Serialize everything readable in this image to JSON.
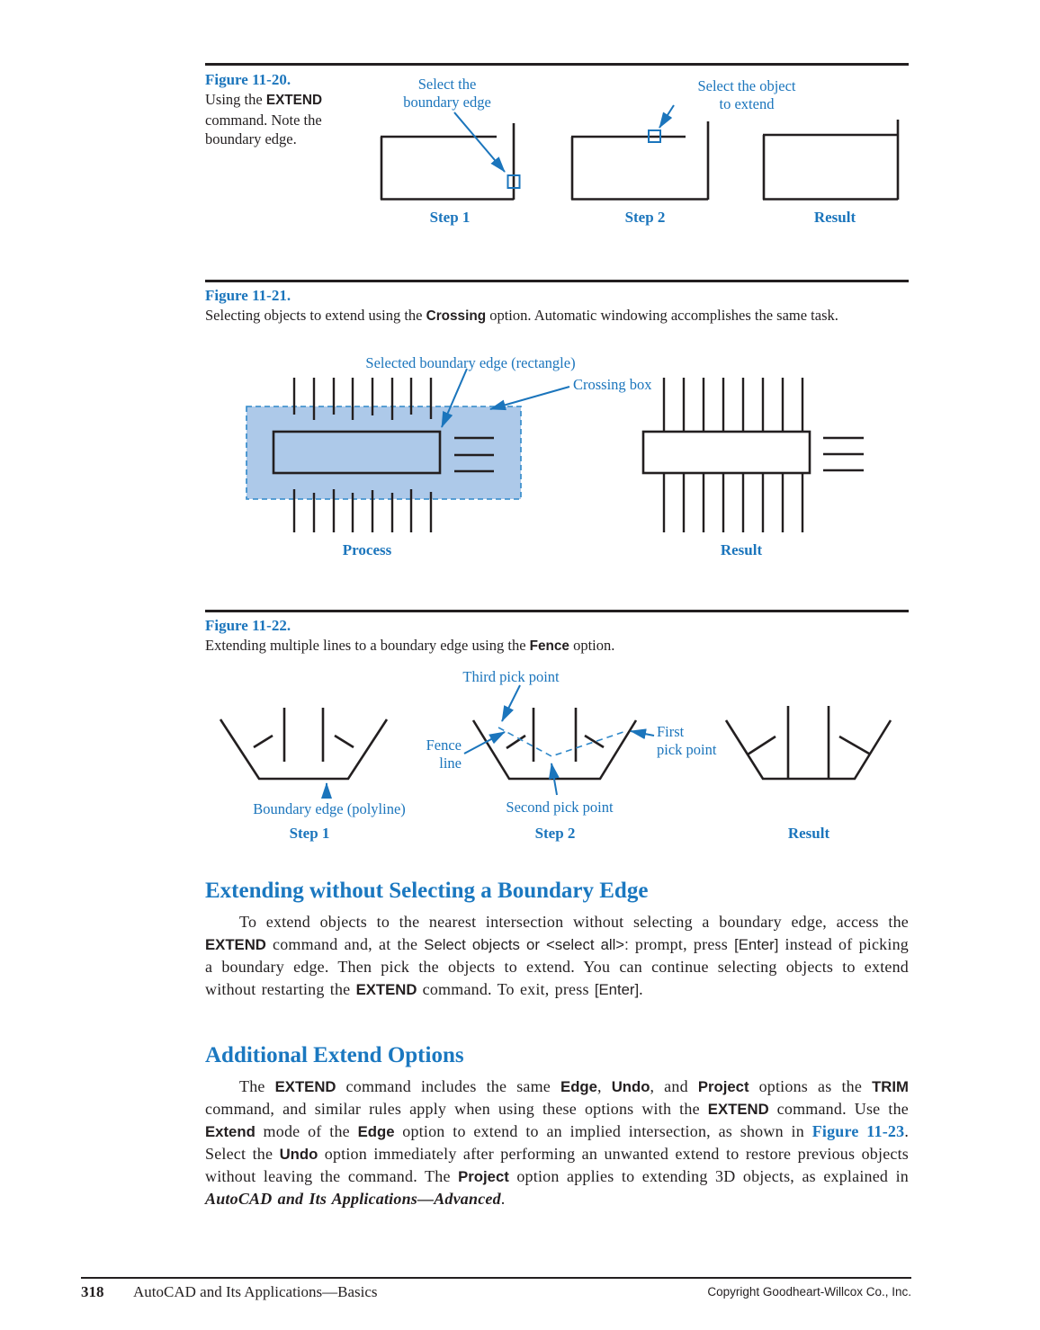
{
  "colors": {
    "blue": "#1b75bc",
    "ink": "#231f20",
    "crossing_fill": "#adc9e9",
    "crossing_stroke": "#2f88c9"
  },
  "figure20": {
    "title": "Figure 11-20.",
    "caption_runs": [
      {
        "t": "Using the ",
        "s": "serif"
      },
      {
        "t": "EXTEND",
        "s": "cmdb"
      },
      {
        "t": " command. Note the boundary edge.",
        "s": "serif"
      }
    ],
    "labels": {
      "select_boundary": "Select the\nboundary edge",
      "select_object": "Select the object\nto extend",
      "step1": "Step 1",
      "step2": "Step 2",
      "result": "Result"
    }
  },
  "figure21": {
    "title": "Figure 11-21.",
    "caption_runs": [
      {
        "t": "Selecting objects to extend using the ",
        "s": "serif"
      },
      {
        "t": "Crossing",
        "s": "cmdb"
      },
      {
        "t": " option. Automatic windowing accomplishes the same task.",
        "s": "serif"
      }
    ],
    "labels": {
      "boundary": "Selected boundary edge (rectangle)",
      "crossing": "Crossing box",
      "process": "Process",
      "result": "Result"
    }
  },
  "figure22": {
    "title": "Figure 11-22.",
    "caption_runs": [
      {
        "t": "Extending multiple lines to a boundary edge using the ",
        "s": "serif"
      },
      {
        "t": "Fence",
        "s": "cmdb"
      },
      {
        "t": " option.",
        "s": "serif"
      }
    ],
    "labels": {
      "third": "Third pick point",
      "fence": "Fence\nline",
      "first": "First\npick point",
      "second": "Second pick point",
      "boundary": "Boundary edge (polyline)",
      "step1": "Step 1",
      "step2": "Step 2",
      "result": "Result"
    }
  },
  "sections": [
    {
      "heading": "Extending without Selecting a Boundary Edge",
      "runs": [
        {
          "t": "To extend objects to the nearest intersection without selecting a boundary edge, access the ",
          "s": "serif"
        },
        {
          "t": "EXTEND",
          "s": "cmdb"
        },
        {
          "t": " command and, at the ",
          "s": "serif"
        },
        {
          "t": "Select objects or <select all>:",
          "s": "cmd"
        },
        {
          "t": " prompt, press ",
          "s": "serif"
        },
        {
          "t": "[Enter]",
          "s": "cmd"
        },
        {
          "t": " instead of picking a boundary edge. Then pick the objects to extend. You can continue selecting objects to extend without restarting the ",
          "s": "serif"
        },
        {
          "t": "EXTEND",
          "s": "cmdb"
        },
        {
          "t": " command. To exit, press ",
          "s": "serif"
        },
        {
          "t": "[Enter]",
          "s": "cmd"
        },
        {
          "t": ".",
          "s": "serif"
        }
      ]
    },
    {
      "heading": "Additional Extend Options",
      "runs": [
        {
          "t": "The ",
          "s": "serif"
        },
        {
          "t": "EXTEND",
          "s": "cmdb"
        },
        {
          "t": " command includes the same ",
          "s": "serif"
        },
        {
          "t": "Edge",
          "s": "cmdb"
        },
        {
          "t": ", ",
          "s": "serif"
        },
        {
          "t": "Undo",
          "s": "cmdb"
        },
        {
          "t": ", and ",
          "s": "serif"
        },
        {
          "t": "Project",
          "s": "cmdb"
        },
        {
          "t": " options as the ",
          "s": "serif"
        },
        {
          "t": "TRIM",
          "s": "cmdb"
        },
        {
          "t": " command, and similar rules apply when using these options with the ",
          "s": "serif"
        },
        {
          "t": "EXTEND",
          "s": "cmdb"
        },
        {
          "t": " command. Use the ",
          "s": "serif"
        },
        {
          "t": "Extend",
          "s": "cmdb"
        },
        {
          "t": " mode of the ",
          "s": "serif"
        },
        {
          "t": "Edge",
          "s": "cmdb"
        },
        {
          "t": " option to extend to an implied intersection, as shown in ",
          "s": "serif"
        },
        {
          "t": "Figure 11-23",
          "s": "figref"
        },
        {
          "t": ". Select the ",
          "s": "serif"
        },
        {
          "t": "Undo",
          "s": "cmdb"
        },
        {
          "t": " option immediately after performing an unwanted extend to restore previous objects without leaving the command. The ",
          "s": "serif"
        },
        {
          "t": "Project",
          "s": "cmdb"
        },
        {
          "t": " option applies to extending 3D objects, as explained in ",
          "s": "serif"
        },
        {
          "t": "AutoCAD and Its Applications—Advanced",
          "s": "bi"
        },
        {
          "t": ".",
          "s": "serif"
        }
      ]
    }
  ],
  "footer": {
    "page": "318",
    "book": "AutoCAD and Its Applications—Basics",
    "copyright": "Copyright Goodheart-Willcox Co., Inc."
  }
}
